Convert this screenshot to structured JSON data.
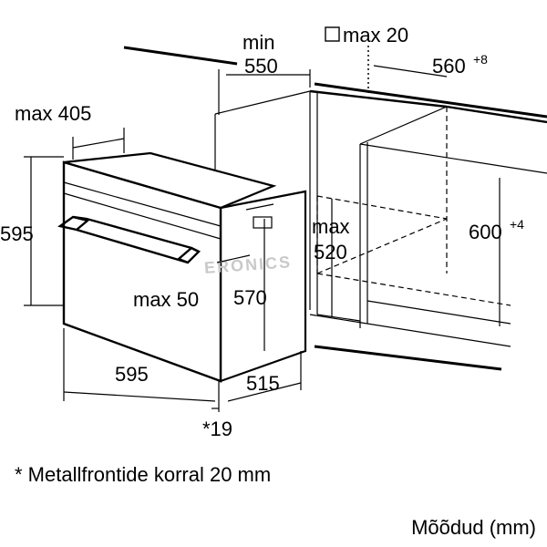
{
  "dimensions": {
    "niche_depth_label": "min",
    "niche_depth_value": "550",
    "recess_label": "max 20",
    "niche_width": "560",
    "niche_width_tol": "+8",
    "top_depth": "max 405",
    "oven_height": "595",
    "niche_height": "600",
    "niche_height_tol": "+4",
    "max_depth_label": "max",
    "max_depth_value": "520",
    "front_offset": "max 50",
    "inner_height": "570",
    "oven_width": "595",
    "oven_depth": "515",
    "front_thickness": "*19"
  },
  "watermark": "ERONICS",
  "footnote": "* Metallfrontide korral 20 mm",
  "units_label": "Mõõdud (mm)"
}
